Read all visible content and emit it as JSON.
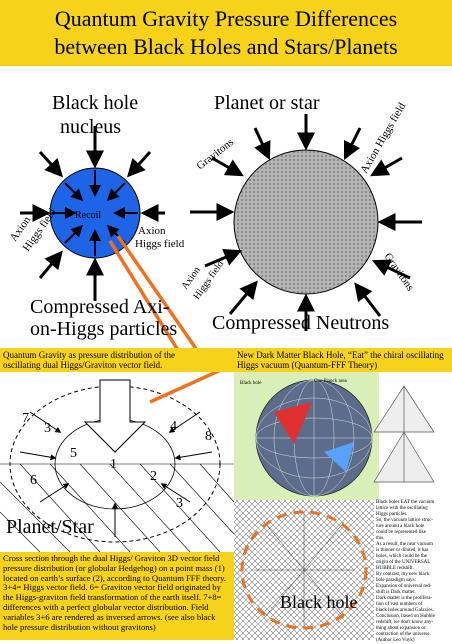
{
  "header": {
    "title_line1": "Quantum Gravity Pressure  Differences",
    "title_line2": "between Black Holes and Stars/Planets",
    "bg_color": "#f6d21a"
  },
  "top_diagram": {
    "black_hole_label_1": "Black hole",
    "black_hole_label_2": "nucleus",
    "recoil": "Recoil",
    "planet_label": "Planet or  star",
    "gravitons_left": "Gravitons",
    "gravitons_right": "Gravitons",
    "axion_field_right": "Axion Higgs field",
    "axion_left_1": "Axion",
    "axion_left_2": "Higgs field",
    "axion_center_1": "Axion",
    "axion_center_2": "Higgs field",
    "axion_lower_1": "Axion",
    "axion_lower_2": "Higgs field",
    "compressed_axion_1": "Compressed  Axi-",
    "compressed_axion_2": "on-Higgs particles",
    "compressed_neutrons": "Compressed  Neutrons",
    "black_hole_color": "#1e64e6",
    "planet_color": "#a8a8a8"
  },
  "left_panel": {
    "caption_1": "Quantum Gravity as pressure distribution of the",
    "caption_2": "oscillating dual Higgs/Graviton vector field.",
    "planet_star_label": "Planet/Star",
    "numbers": [
      "1",
      "2",
      "3",
      "4",
      "5",
      "6",
      "7",
      "8",
      "3"
    ],
    "bottom_caption": "Cross section through the dual Higgs/ Graviton 3D vector field pressure distribution (or globular Hedgehog) on a point mass (1) located on earth’s surface (2), according to Quantum FFF theory. 3+4= Higgs vector field. 6= Graviton vector field originated by the Higgs-graviton field transformation of the earth itself. 7+8= differences with a perfect globular vector distribution. Field variables 3+6 are rendered as inversed arrows. (see also black hole pressure distribution without gravitons)"
  },
  "right_panel": {
    "caption": "New Dark Matter Black Hole, “Eat” the chiral oscillating Higgs vacuum (Quantum-FFF Theory)",
    "sphere_label_1": "Black hole",
    "sphere_label_2": "One Planck area",
    "black_hole_label": "Black hole",
    "side_text": [
      "Black holes EAT the vacuum",
      "lattice with the oscillating",
      "Higgs particles.",
      "So, the vacuum lattice struc-",
      "ture around a black hole",
      "could be represented like",
      "this.",
      "As a result, the near vacuum",
      "is thinner or diluted, it has",
      "holes, which could be the",
      "origin of the  UNIVERSAL",
      "HUBBLE redshift.",
      "By contrast, my new black",
      "hole paradigm says:",
      "Expansion of universal red-",
      "shift is Dark matter.",
      "Dark matter is the prolifera-",
      "tion of vast numbers of",
      "black holes around Galaxies.",
      "Conclusion, based on Hubble",
      "redshift, we don't know any-",
      "thing about expansion or",
      "contraction of the universe.",
      "(Author Leo Vuyk)"
    ]
  },
  "accents": {
    "arrow_orange": "#f07020"
  }
}
